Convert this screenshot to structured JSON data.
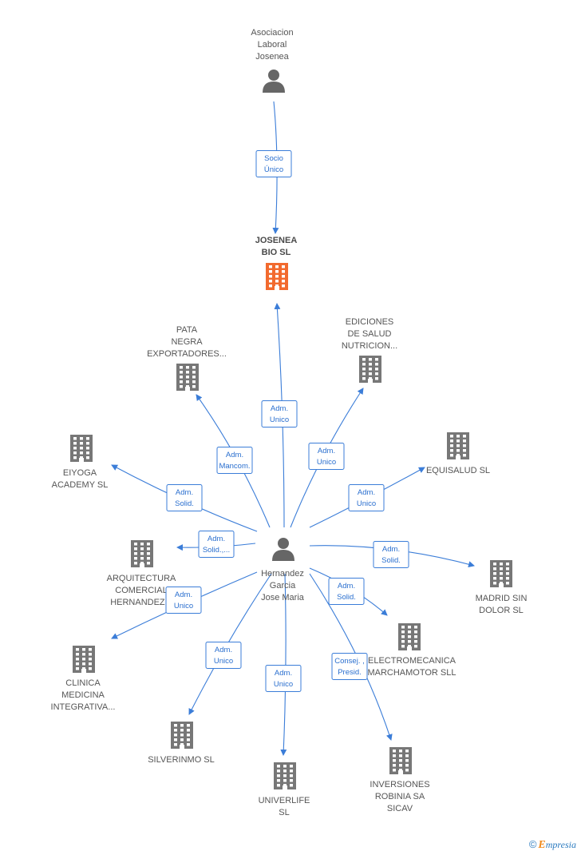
{
  "colors": {
    "edge": "#3b7dd8",
    "highlight_building": "#f26a2e",
    "building": "#777777",
    "person": "#666666"
  },
  "nodes": [
    {
      "id": "asoc",
      "kind": "person",
      "lines": [
        "Asociacion",
        "Laboral",
        "Josenea"
      ]
    },
    {
      "id": "josenea",
      "kind": "company-highlight",
      "lines": [
        "JOSENEA",
        "BIO  SL"
      ]
    },
    {
      "id": "hernandez",
      "kind": "person",
      "lines": [
        "Hernandez",
        "Garcia",
        "Jose Maria"
      ]
    },
    {
      "id": "pata",
      "kind": "company",
      "lines": [
        "PATA",
        "NEGRA",
        "EXPORTADORES..."
      ]
    },
    {
      "id": "ediciones",
      "kind": "company",
      "lines": [
        "EDICIONES",
        "DE SALUD",
        "NUTRICION..."
      ]
    },
    {
      "id": "eiyoga",
      "kind": "company",
      "lines": [
        "EIYOGA",
        "ACADEMY  SL"
      ]
    },
    {
      "id": "equisalud",
      "kind": "company",
      "lines": [
        "EQUISALUD SL"
      ]
    },
    {
      "id": "arquitectura",
      "kind": "company",
      "lines": [
        "ARQUITECTURA",
        "COMERCIAL",
        "HERNANDEZ..."
      ]
    },
    {
      "id": "madrid",
      "kind": "company",
      "lines": [
        "MADRID SIN",
        "DOLOR SL"
      ]
    },
    {
      "id": "electromecanica",
      "kind": "company",
      "lines": [
        "ELECTROMECANICA",
        "MARCHAMOTOR SLL"
      ]
    },
    {
      "id": "clinica",
      "kind": "company",
      "lines": [
        "CLINICA",
        "MEDICINA",
        "INTEGRATIVA..."
      ]
    },
    {
      "id": "silverinmo",
      "kind": "company",
      "lines": [
        "SILVERINMO SL"
      ]
    },
    {
      "id": "univerlife",
      "kind": "company",
      "lines": [
        "UNIVERLIFE",
        "SL"
      ]
    },
    {
      "id": "inversiones",
      "kind": "company",
      "lines": [
        "INVERSIONES",
        "ROBINIA SA",
        "SICAV"
      ]
    }
  ],
  "edges": [
    {
      "from": "asoc",
      "to": "josenea",
      "lines": [
        "Socio",
        "Único"
      ]
    },
    {
      "from": "hernandez",
      "to": "josenea",
      "lines": [
        "Adm.",
        "Unico"
      ]
    },
    {
      "from": "hernandez",
      "to": "pata",
      "lines": [
        "Adm.",
        "Mancom."
      ]
    },
    {
      "from": "hernandez",
      "to": "ediciones",
      "lines": [
        "Adm.",
        "Unico"
      ]
    },
    {
      "from": "hernandez",
      "to": "eiyoga",
      "lines": [
        "Adm.",
        "Solid."
      ]
    },
    {
      "from": "hernandez",
      "to": "equisalud",
      "lines": [
        "Adm.",
        "Unico"
      ]
    },
    {
      "from": "hernandez",
      "to": "arquitectura",
      "lines": [
        "Adm.",
        "Solid.,..."
      ]
    },
    {
      "from": "hernandez",
      "to": "madrid",
      "lines": [
        "Adm.",
        "Solid."
      ]
    },
    {
      "from": "hernandez",
      "to": "electromecanica",
      "lines": [
        "Adm.",
        "Solid."
      ]
    },
    {
      "from": "hernandez",
      "to": "clinica",
      "lines": [
        "Adm.",
        "Unico"
      ]
    },
    {
      "from": "hernandez",
      "to": "silverinmo",
      "lines": [
        "Adm.",
        "Unico"
      ]
    },
    {
      "from": "hernandez",
      "to": "univerlife",
      "lines": [
        "Adm.",
        "Unico"
      ]
    },
    {
      "from": "hernandez",
      "to": "inversiones",
      "lines": [
        "Consej. ,",
        "Presid."
      ]
    }
  ],
  "footer": {
    "copyright": "©",
    "brand_initial": "E",
    "brand_rest": "mpresia"
  }
}
